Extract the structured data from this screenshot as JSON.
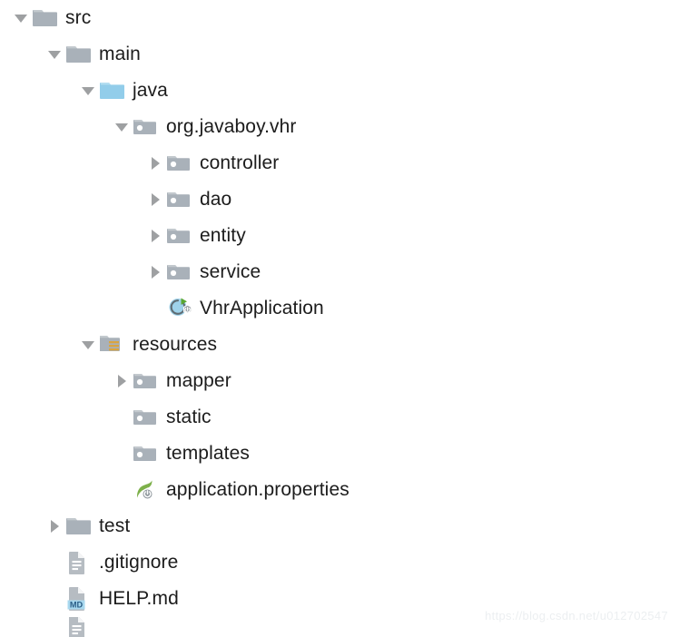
{
  "panel": {
    "name": "project-tree",
    "type": "file-tree"
  },
  "colors": {
    "folder_gray": "#a9b1b9",
    "folder_blue": "#92cdea",
    "arrow_gray": "#9ea0a2",
    "resources_accent": "#d9a441",
    "spring_green": "#7db04a",
    "badge_blue_bg": "#a8d8ef",
    "badge_blue_text": "#2a5d86",
    "text": "#1c1c1c",
    "background": "#ffffff",
    "watermark": "#eceff1"
  },
  "tree": {
    "items": [
      {
        "label": "src",
        "depth": 0,
        "arrow": "down",
        "icon": "folder-gray-icon"
      },
      {
        "label": "main",
        "depth": 1,
        "arrow": "down",
        "icon": "folder-gray-icon"
      },
      {
        "label": "java",
        "depth": 2,
        "arrow": "down",
        "icon": "folder-source-root-icon"
      },
      {
        "label": "org.javaboy.vhr",
        "depth": 3,
        "arrow": "down",
        "icon": "package-icon"
      },
      {
        "label": "controller",
        "depth": 4,
        "arrow": "right",
        "icon": "package-icon"
      },
      {
        "label": "dao",
        "depth": 4,
        "arrow": "right",
        "icon": "package-icon"
      },
      {
        "label": "entity",
        "depth": 4,
        "arrow": "right",
        "icon": "package-icon"
      },
      {
        "label": "service",
        "depth": 4,
        "arrow": "right",
        "icon": "package-icon"
      },
      {
        "label": "VhrApplication",
        "depth": 4,
        "arrow": "none",
        "icon": "spring-boot-run-icon"
      },
      {
        "label": "resources",
        "depth": 2,
        "arrow": "down",
        "icon": "folder-resources-icon"
      },
      {
        "label": "mapper",
        "depth": 3,
        "arrow": "right",
        "icon": "package-icon"
      },
      {
        "label": "static",
        "depth": 3,
        "arrow": "none",
        "icon": "package-icon"
      },
      {
        "label": "templates",
        "depth": 3,
        "arrow": "none",
        "icon": "package-icon"
      },
      {
        "label": "application.properties",
        "depth": 3,
        "arrow": "none",
        "icon": "spring-leaf-icon"
      },
      {
        "label": "test",
        "depth": 1,
        "arrow": "right",
        "icon": "folder-gray-icon"
      },
      {
        "label": ".gitignore",
        "depth": 1,
        "arrow": "none",
        "icon": "text-file-icon"
      },
      {
        "label": "HELP.md",
        "depth": 1,
        "arrow": "none",
        "icon": "markdown-file-icon"
      },
      {
        "label": "",
        "depth": 1,
        "arrow": "none",
        "icon": "text-file-icon"
      }
    ]
  },
  "watermark": {
    "text": "https://blog.csdn.net/u012702547"
  }
}
